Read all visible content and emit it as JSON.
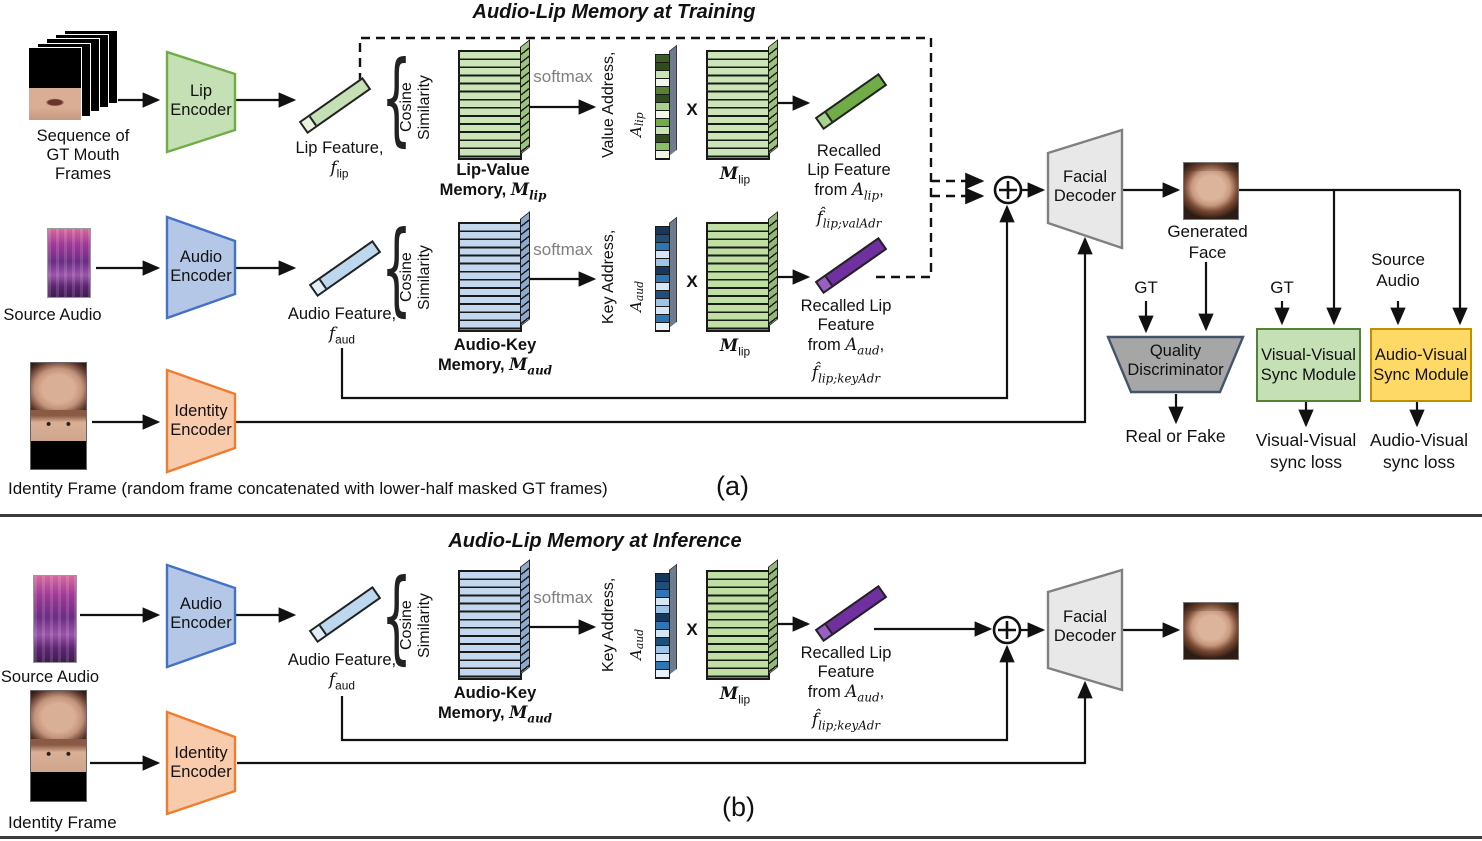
{
  "palette": {
    "accent_yellow": "#FFC000",
    "panel_bg": "#FBFAF5",
    "green_fill": "#C5E0B4",
    "green_border": "#70AD47",
    "blue_fill": "#B4C7E7",
    "blue_border": "#4472C4",
    "orange_fill": "#F8CBAD",
    "orange_border": "#ED7D31",
    "decoder_fill": "#E8E8E8",
    "decoder_border": "#808080",
    "discriminator_fill": "#A6A6A6",
    "discriminator_border": "#44546A",
    "purple_feature": "#7030A0",
    "vv_fill": "#C5E0B4",
    "vv_border": "#538135",
    "av_fill": "#FFD966",
    "av_border": "#BF9000",
    "softmax_gray": "#7F7F7F"
  },
  "glyphs": {
    "brace": "{",
    "multiply": "X"
  },
  "titles": {
    "training": "Audio-Lip Memory at Training",
    "inference": "Audio-Lip Memory at Inference",
    "tag_a": "(a)",
    "tag_b": "(b)"
  },
  "inputs": {
    "sequence_lines": [
      "Sequence of",
      "GT Mouth",
      "Frames"
    ],
    "source_audio": "Source Audio",
    "identity_caption_a": "Identity Frame (random frame concatenated with lower-half masked GT frames)",
    "identity_caption_b": "Identity Frame"
  },
  "encoders": {
    "lip": [
      "Lip",
      "Encoder"
    ],
    "audio": [
      "Audio",
      "Encoder"
    ],
    "identity": [
      "Identity",
      "Encoder"
    ]
  },
  "memory": {
    "cosine": [
      "Cosine",
      "Similarity"
    ],
    "softmax": "softmax",
    "lip_feature": {
      "caption": "Lip Feature,",
      "sym": "f",
      "sub": "lip"
    },
    "audio_feature": {
      "caption": "Audio Feature,",
      "sym": "f",
      "sub": "aud"
    },
    "lip_value": {
      "line1": "Lip-Value",
      "line2": "Memory, ",
      "sym": "M",
      "sub": "lip"
    },
    "audio_key": {
      "line1": "Audio-Key",
      "line2": "Memory, ",
      "sym": "M",
      "sub": "aud"
    },
    "value_address": {
      "caption": "Value Address,",
      "sym": "A",
      "sub": "lip"
    },
    "key_address": {
      "caption": "Key Address,",
      "sym": "A",
      "sub": "aud"
    },
    "m_lip": {
      "sym": "M",
      "sub": "lip"
    },
    "recalled_val": {
      "l1": "Recalled",
      "l2": "Lip Feature",
      "l3": "from ",
      "sym": "A",
      "sub": "lip",
      "comma": ",",
      "fsym": "f̂",
      "fsub": "lip;valAdr"
    },
    "recalled_key": {
      "l1": "Recalled Lip",
      "l2": "Feature",
      "l3": "from ",
      "sym": "A",
      "sub": "aud",
      "comma": ",",
      "fsym": "f̂",
      "fsub": "lip;keyAdr"
    },
    "green_cells": [
      "#3A5F23",
      "#2F4D1C",
      "#C9E3B4",
      "#F0F6E8",
      "#588135",
      "#2F4D1C",
      "#A9D18E",
      "#F0F6E8",
      "#6FAE47",
      "#C9E3B4",
      "#2F4D1C",
      "#88C066",
      "#F0F6E8"
    ],
    "blue_cells": [
      "#16375E",
      "#1F4E79",
      "#2E75B6",
      "#D6E6F5",
      "#9DC3E6",
      "#16375E",
      "#2E75B6",
      "#D6E6F5",
      "#1F4E79",
      "#9DC3E6",
      "#D6E6F5",
      "#2E75B6",
      "#EAF2FA"
    ]
  },
  "right": {
    "facial_decoder": [
      "Facial",
      "Decoder"
    ],
    "generated_face": [
      "Generated",
      "Face"
    ],
    "gt": "GT",
    "source_audio": [
      "Source",
      "Audio"
    ],
    "quality": [
      "Quality",
      "Discriminator"
    ],
    "real_or_fake": "Real or Fake",
    "vv_module": [
      "Visual-Visual",
      "Sync Module"
    ],
    "av_module": [
      "Audio-Visual",
      "Sync Module"
    ],
    "vv_loss": [
      "Visual-Visual",
      "sync loss"
    ],
    "av_loss": [
      "Audio-Visual",
      "sync loss"
    ]
  }
}
